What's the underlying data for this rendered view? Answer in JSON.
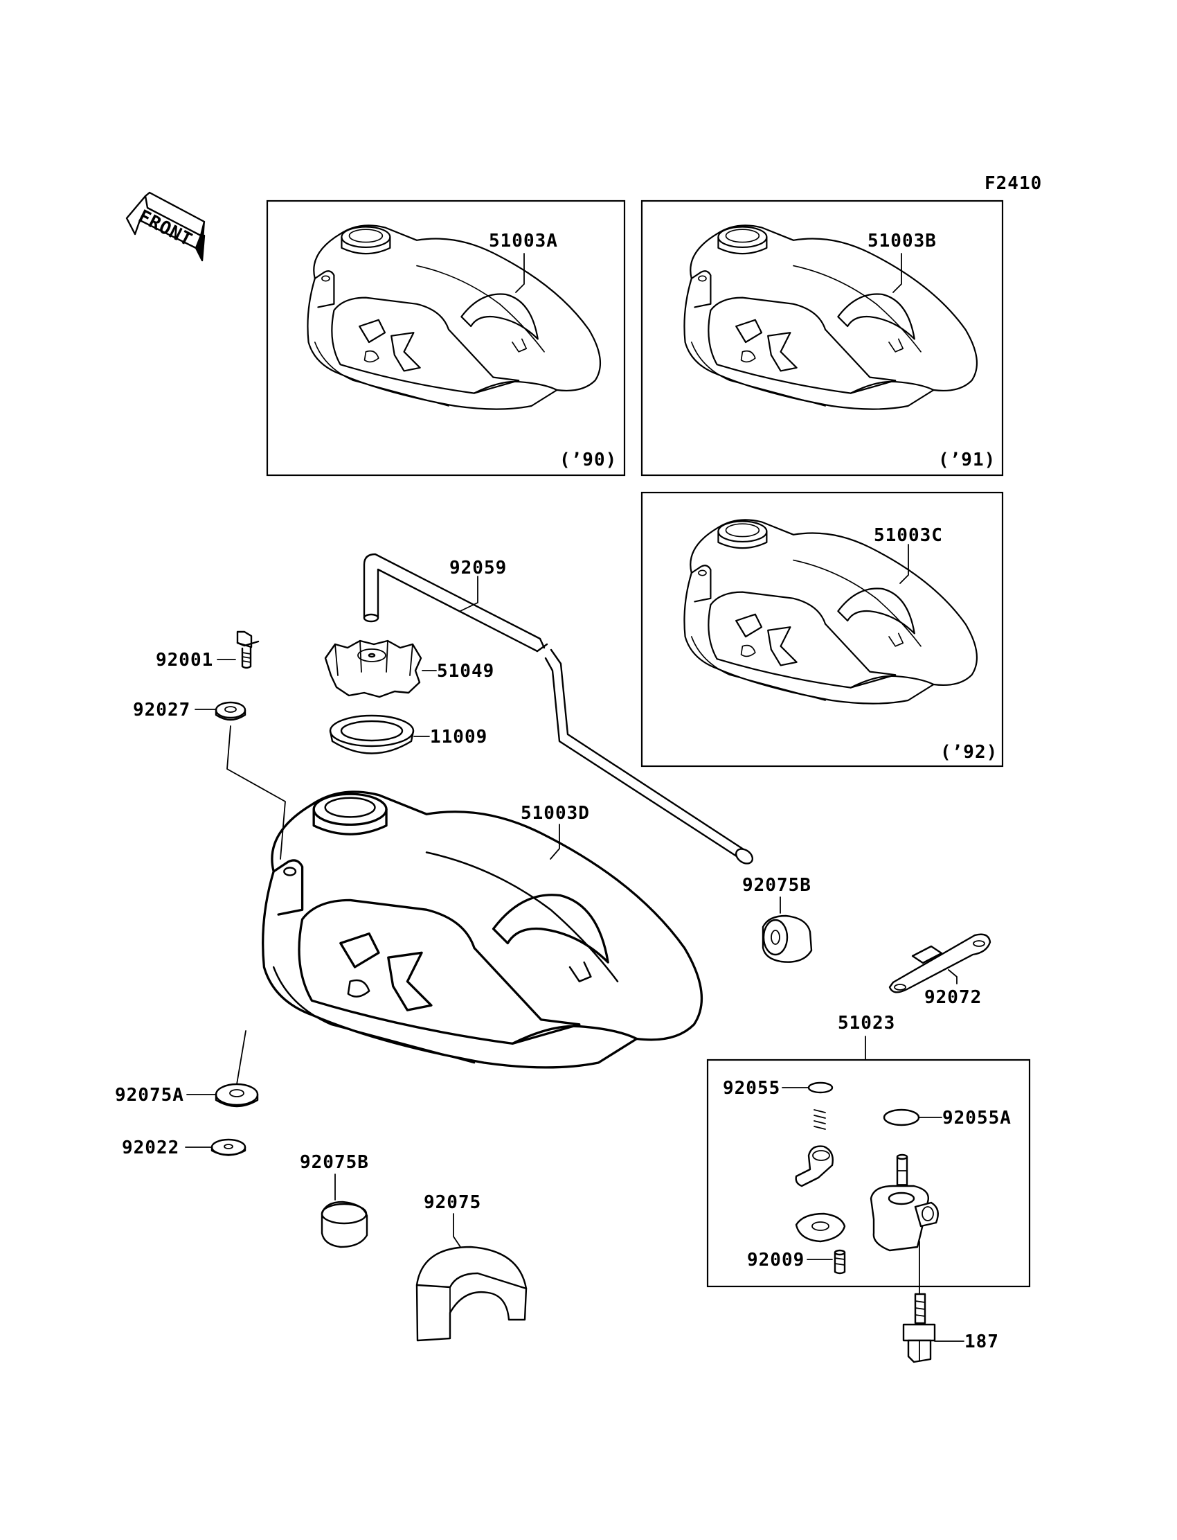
{
  "figure_code": "F2410",
  "front_arrow_label": "FRONT",
  "labels": {
    "p51003A": "51003A",
    "p51003B": "51003B",
    "p51003C": "51003C",
    "p51003D": "51003D",
    "p92059": "92059",
    "p92001": "92001",
    "p51049": "51049",
    "p92027": "92027",
    "p11009": "11009",
    "p92075B_top": "92075B",
    "p92072": "92072",
    "p51023": "51023",
    "p92055": "92055",
    "p92055A": "92055A",
    "p92075A": "92075A",
    "p92022": "92022",
    "p92075B_bottom": "92075B",
    "p92075": "92075",
    "p92009": "92009",
    "p187": "187"
  },
  "years": {
    "y90": "(’90)",
    "y91": "(’91)",
    "y92": "(’92)"
  }
}
